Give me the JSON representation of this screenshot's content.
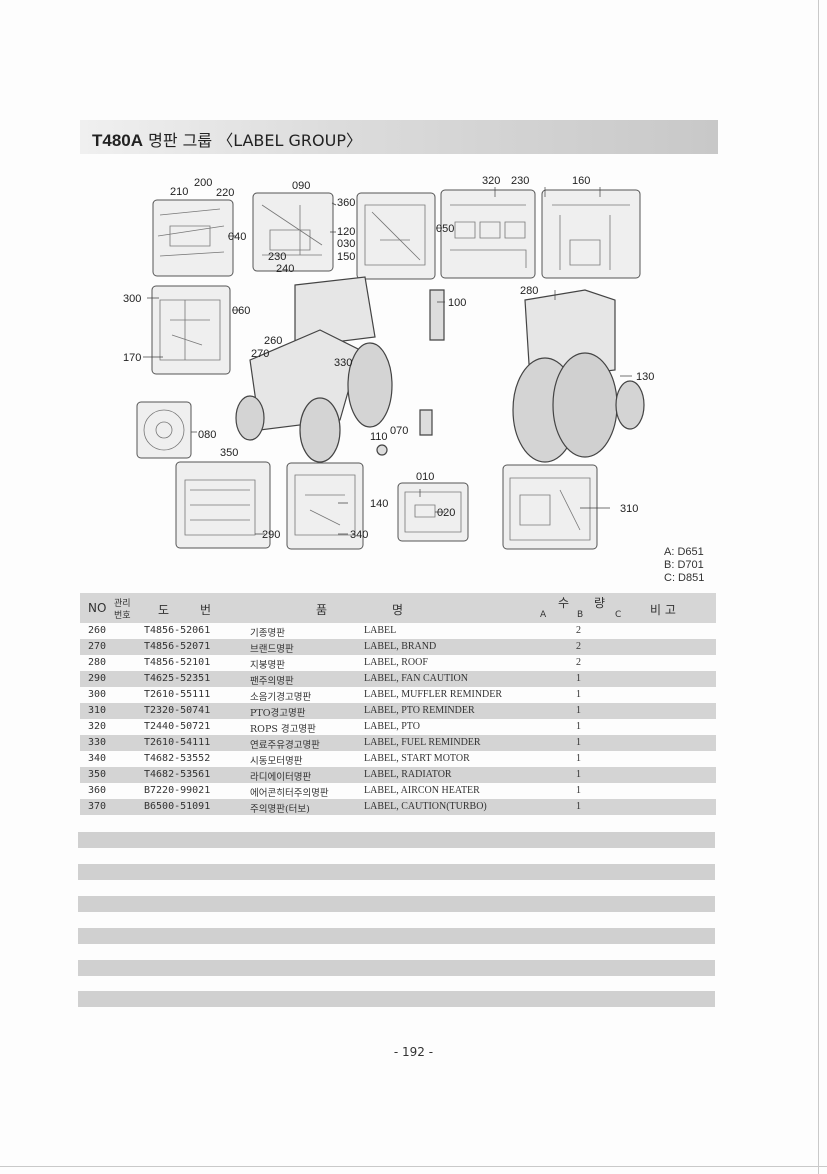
{
  "title": {
    "model": "T480A",
    "korean": "명판 그룹",
    "english": "〈LABEL GROUP〉"
  },
  "callouts": [
    "200",
    "210",
    "220",
    "040",
    "090",
    "360",
    "120",
    "030",
    "150",
    "230",
    "240",
    "320",
    "230",
    "160",
    "050",
    "300",
    "060",
    "100",
    "280",
    "260",
    "270",
    "130",
    "170",
    "330",
    "080",
    "070",
    "110",
    "350",
    "010",
    "020",
    "140",
    "310",
    "290",
    "340"
  ],
  "models": [
    "A: D651",
    "B: D701",
    "C: D851"
  ],
  "table_header": {
    "no": "NO",
    "mgmt_top": "관리",
    "mgmt_bottom": "번호",
    "drawing_1": "도",
    "drawing_2": "번",
    "name_1": "품",
    "name_2": "명",
    "qty_1": "수",
    "qty_2": "량",
    "col_a": "A",
    "col_b": "B",
    "col_c": "C",
    "remarks": "비 고"
  },
  "rows": [
    {
      "no": "260",
      "part": "T4856-52061",
      "kr": "기종명판",
      "en": "LABEL",
      "qty_b": "2"
    },
    {
      "no": "270",
      "part": "T4856-52071",
      "kr": "브랜드명판",
      "en": "LABEL, BRAND",
      "qty_b": "2"
    },
    {
      "no": "280",
      "part": "T4856-52101",
      "kr": "지붕명판",
      "en": "LABEL, ROOF",
      "qty_b": "2"
    },
    {
      "no": "290",
      "part": "T4625-52351",
      "kr": "팬주의명판",
      "en": "LABEL, FAN CAUTION",
      "qty_b": "1"
    },
    {
      "no": "300",
      "part": "T2610-55111",
      "kr": "소음기경고명판",
      "en": "LABEL, MUFFLER REMINDER",
      "qty_b": "1"
    },
    {
      "no": "310",
      "part": "T2320-50741",
      "kr": "PTO경고명판",
      "en": "LABEL, PTO REMINDER",
      "qty_b": "1"
    },
    {
      "no": "320",
      "part": "T2440-50721",
      "kr": "ROPS 경고명판",
      "en": "LABEL, PTO",
      "qty_b": "1"
    },
    {
      "no": "330",
      "part": "T2610-54111",
      "kr": "연료주유경고명판",
      "en": "LABEL, FUEL REMINDER",
      "qty_b": "1"
    },
    {
      "no": "340",
      "part": "T4682-53552",
      "kr": "시동모터명판",
      "en": "LABEL, START MOTOR",
      "qty_b": "1"
    },
    {
      "no": "350",
      "part": "T4682-53561",
      "kr": "라디에이터명판",
      "en": "LABEL, RADIATOR",
      "qty_b": "1"
    },
    {
      "no": "360",
      "part": "B7220-99021",
      "kr": "에어콘히터주의명판",
      "en": "LABEL, AIRCON HEATER",
      "qty_b": "1"
    },
    {
      "no": "370",
      "part": "B6500-51091",
      "kr": "주의명판(터보)",
      "en": "LABEL, CAUTION(TURBO)",
      "qty_b": "1"
    }
  ],
  "page_number": "- 192 -"
}
